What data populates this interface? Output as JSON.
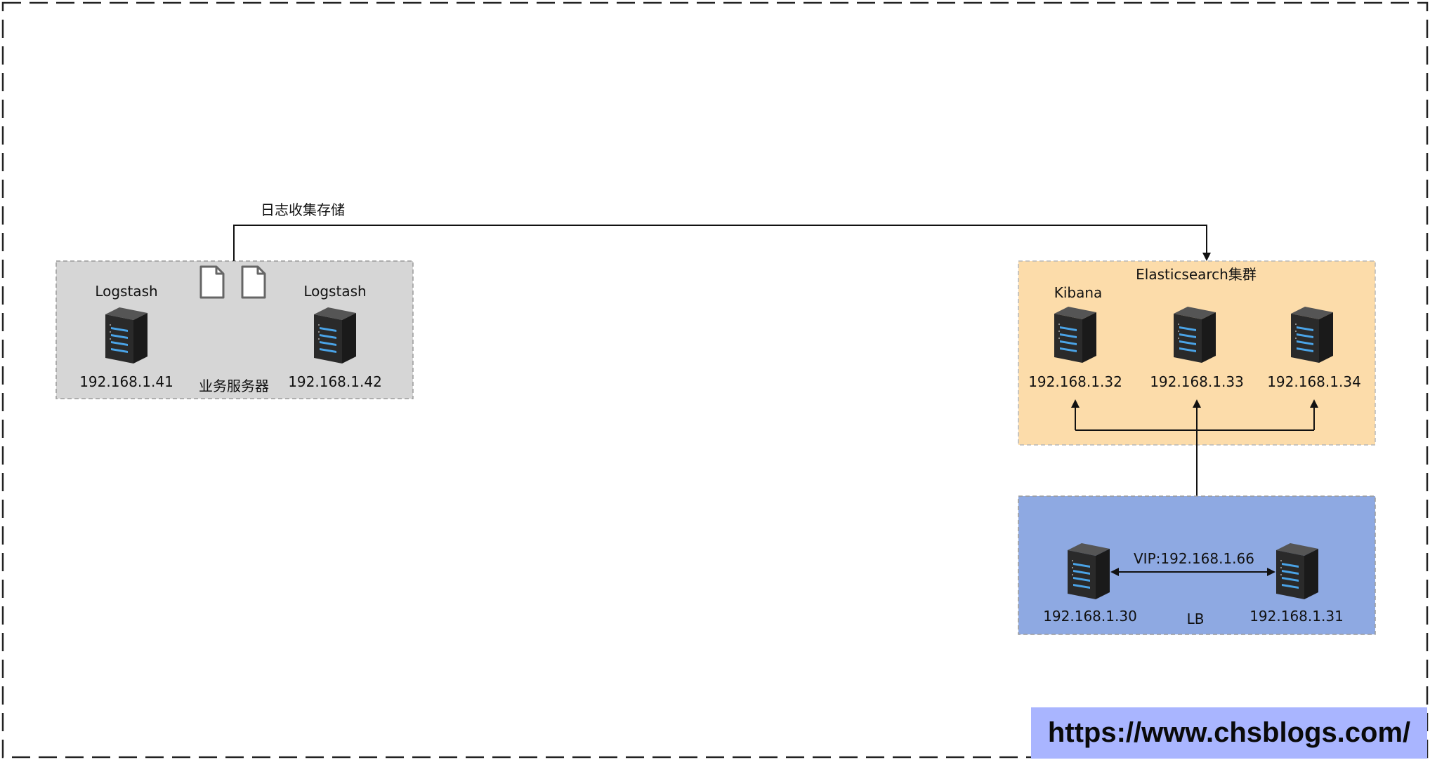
{
  "flow_label": "日志收集存储",
  "business_group": {
    "label": "业务服务器",
    "server_left": {
      "role": "Logstash",
      "ip": "192.168.1.41"
    },
    "server_right": {
      "role": "Logstash",
      "ip": "192.168.1.42"
    },
    "documents": [
      "document-icon",
      "document-icon"
    ]
  },
  "es_cluster": {
    "label": "Elasticsearch集群",
    "servers": [
      {
        "role": "Kibana",
        "ip": "192.168.1.32"
      },
      {
        "role": "",
        "ip": "192.168.1.33"
      },
      {
        "role": "",
        "ip": "192.168.1.34"
      }
    ]
  },
  "lb_group": {
    "label": "LB",
    "vip": "VIP:192.168.1.66",
    "server_left_ip": "192.168.1.30",
    "server_right_ip": "192.168.1.31"
  },
  "watermark": "https://www.chsblogs.com/",
  "colors": {
    "business_fill": "#d6d6d6",
    "es_fill": "#fcdcaa",
    "lb_fill": "#8ea9e2",
    "watermark_fill": "#a9b5ff",
    "server_body": "#2a2a2a",
    "server_led": "#4aa3e6"
  }
}
